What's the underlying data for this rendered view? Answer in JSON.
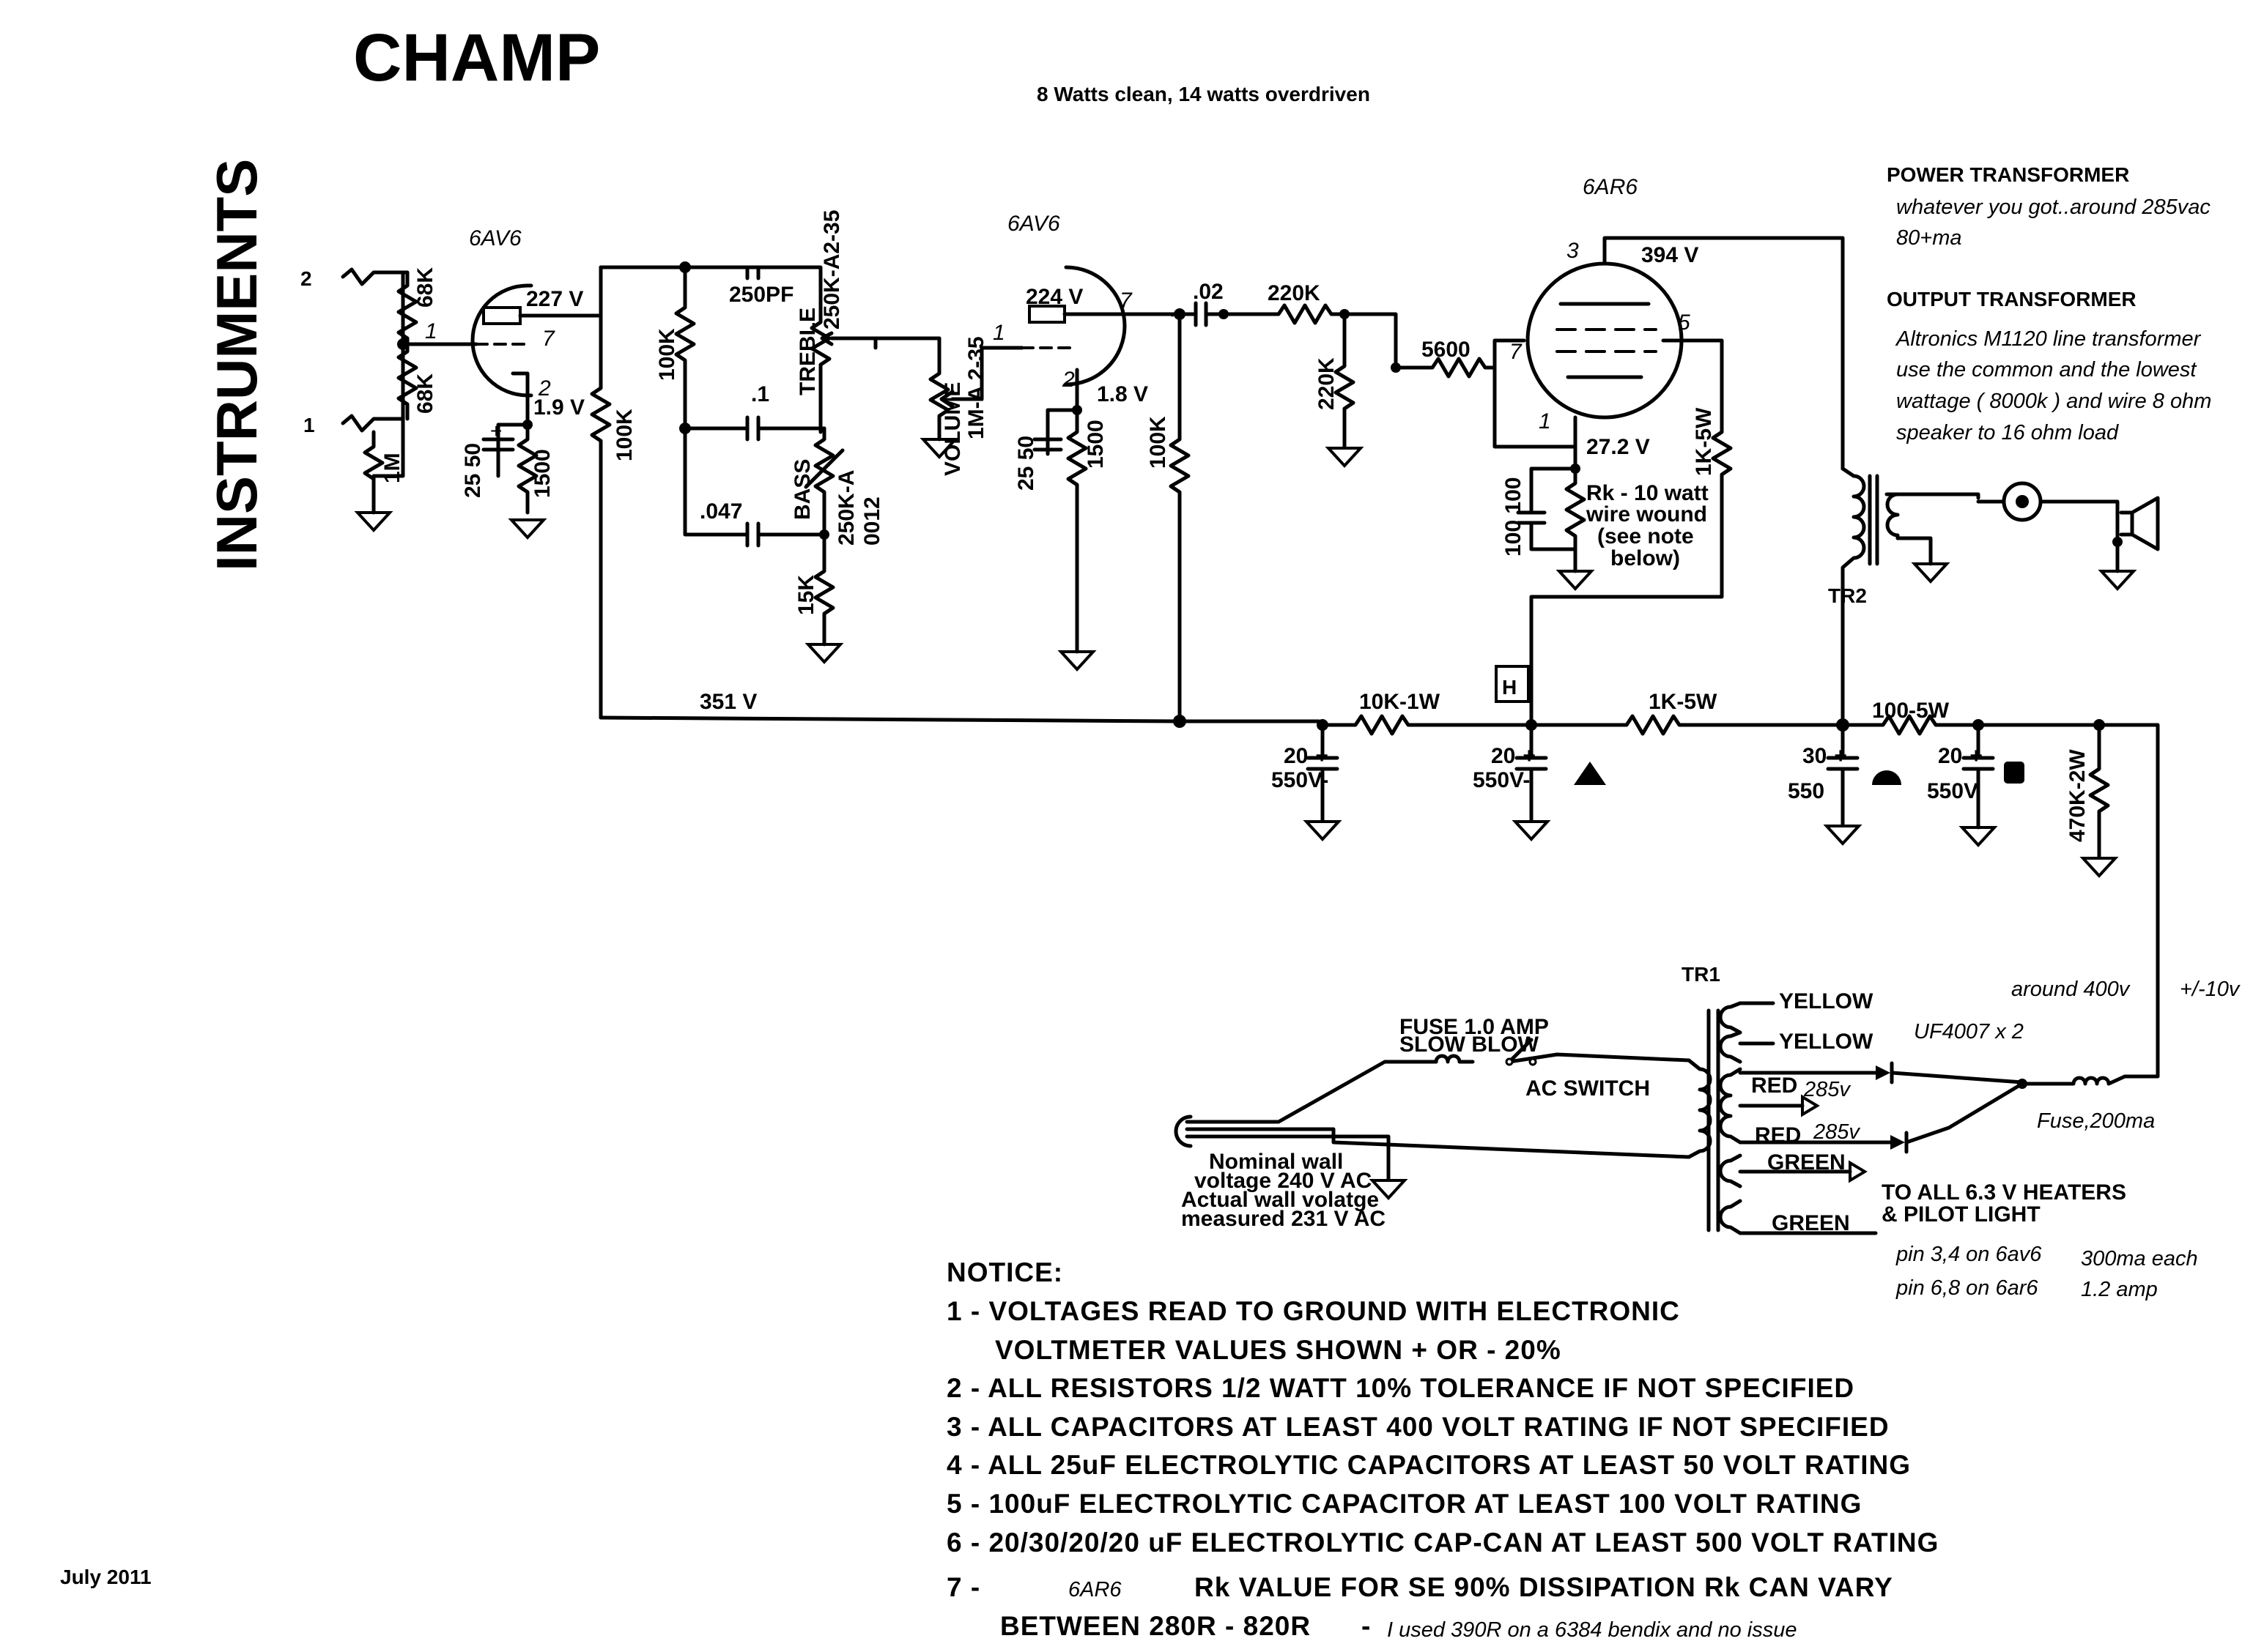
{
  "title": "CHAMP",
  "subtitle": "8 Watts clean, 14 watts overdriven",
  "side_label": "INSTRUMENTS",
  "date": "July 2011",
  "tubes": {
    "v1": "6AV6",
    "v2": "6AV6",
    "v3": "6AR6"
  },
  "pins": {
    "v1_grid": "1",
    "v1_plate": "7",
    "v1_cathode": "2",
    "v2_grid": "1",
    "v2_plate": "7",
    "v2_cathode": "2",
    "v3_plate": "3",
    "v3_screen": "5",
    "v3_grid": "7",
    "v3_cathode": "1",
    "jack_2": "2",
    "jack_1": "1"
  },
  "voltages": {
    "v1_plate": "227 V",
    "v1_cathode": "1.9 V",
    "v2_plate": "224 V",
    "v2_cathode": "1.8 V",
    "v3_plate": "394 V",
    "v3_cathode": "27.2 V",
    "b_plus_351": "351 V"
  },
  "components": {
    "r_68k_top": "68K",
    "r_68k_bottom": "68K",
    "r_1m": "1M",
    "c_25_50_v1": "25 50",
    "r_1500_v1": "1500",
    "r_100k_plate1": "100K",
    "r_100k_tone": "100K",
    "c_250pf": "250PF",
    "c_01": ".1",
    "c_047": ".047",
    "pot_treble_code": "250K-A2-35",
    "treble": "TREBLE",
    "bass": "BASS",
    "pot_bass_code": "250K-A",
    "pot_bass_code2": "0012",
    "r_15k": "15K",
    "volume": "VOLUME",
    "pot_volume_code": "1M-A 2-35",
    "c_25_50_v2": "25 50",
    "r_1500_v2": "1500",
    "r_100k_plate2": "100K",
    "c_02": ".02",
    "r_220k_series": "220K",
    "r_220k_shunt": "220K",
    "r_5600": "5600",
    "c_100_100": "100 100",
    "rk_note_1": "Rk - 10 watt",
    "rk_note_2": "wire wound",
    "rk_note_3": "(see note",
    "rk_note_4": "below)",
    "r_1k_5w_screen": "1K-5W",
    "r_10k_1w": "10K-1W",
    "r_1k_5w": "1K-5W",
    "r_100_5w": "100-5W",
    "r_470k_2w": "470K-2W",
    "c_20_a": "20-+",
    "c_20_a_v": "550V-",
    "c_20_b": "20-+",
    "c_20_b_v": "550V-",
    "c_30": "30-+",
    "c_30_v": "550",
    "c_20_c": "20-+",
    "c_20_c_v": "550V",
    "h_marker": "H"
  },
  "power_transformer": {
    "heading": "POWER TRANSFORMER",
    "line1": "whatever you got..around 285vac",
    "line2": "80+ma"
  },
  "output_transformer": {
    "heading": "OUTPUT TRANSFORMER",
    "line1": "Altronics M1120 line transformer",
    "line2": "use the common and the lowest",
    "line3": "wattage ( 8000k ) and wire 8 ohm",
    "line4": "speaker to 16 ohm load",
    "label": "TR2"
  },
  "supply": {
    "tr1": "TR1",
    "yellow1": "YELLOW",
    "yellow2": "YELLOW",
    "red1": "RED",
    "red2": "RED",
    "v285a": "285v",
    "v285b": "285v",
    "green1": "GREEN",
    "green2": "GREEN",
    "fuse": "FUSE 1.0 AMP",
    "fuse2": "SLOW BLOW",
    "ac_switch": "AC SWITCH",
    "wall1": "Nominal wall",
    "wall2": "voltage 240 V AC",
    "wall3": "Actual wall volatge",
    "wall4": "measured 231 V AC",
    "around": "around 400v",
    "tol": "+/-10v",
    "diodes": "UF4007 x 2",
    "fuse200": "Fuse,200ma",
    "heaters1": "TO ALL 6.3 V HEATERS",
    "heaters2": "& PILOT LIGHT",
    "pin1": "pin 3,4 on 6av6",
    "pin2": "pin 6,8 on 6ar6",
    "cur1": "300ma each",
    "cur2": "1.2 amp"
  },
  "notice": {
    "heading": "NOTICE:",
    "n1a": "1 - VOLTAGES READ TO GROUND WITH ELECTRONIC",
    "n1b": "VOLTMETER VALUES SHOWN + OR - 20%",
    "n2": "2 - ALL RESISTORS 1/2 WATT 10% TOLERANCE IF NOT SPECIFIED",
    "n3": "3 - ALL CAPACITORS AT LEAST 400 VOLT RATING IF NOT SPECIFIED",
    "n4": "4 - ALL 25uF ELECTROLYTIC CAPACITORS AT LEAST 50 VOLT RATING",
    "n5": "5 - 100uF ELECTROLYTIC CAPACITOR AT LEAST 100 VOLT RATING",
    "n6": "6 - 20/30/20/20 uF ELECTROLYTIC CAP-CAN AT LEAST 500 VOLT RATING",
    "n7a": "7 -",
    "n7tube": "6AR6",
    "n7b": "Rk VALUE FOR SE 90% DISSIPATION  Rk CAN VARY",
    "n7c": "BETWEEN 280R - 820R",
    "n7dash": "-",
    "n7d": "I used 390R on a 6384 bendix and no issue"
  }
}
